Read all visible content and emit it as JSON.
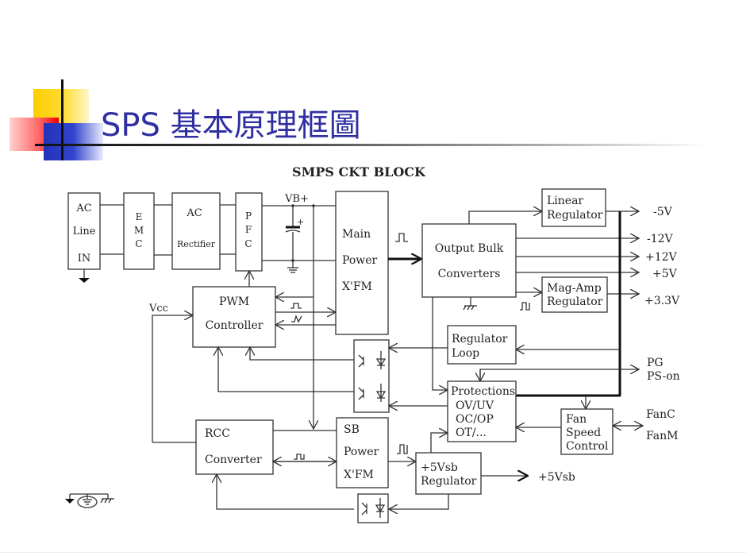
{
  "slide": {
    "title": "SPS 基本原理框圖",
    "accent_color": "#2f2fa2"
  },
  "diagram": {
    "heading": "SMPS CKT BLOCK",
    "blocks": {
      "ac_line": [
        "AC",
        "Line",
        "IN"
      ],
      "emc": [
        "E",
        "M",
        "C"
      ],
      "ac_rectifier": [
        "AC",
        "Rectifier"
      ],
      "pfc": [
        "P",
        "F",
        "C"
      ],
      "main_xfm": [
        "Main",
        "Power",
        "X'FM"
      ],
      "output_bulk": [
        "Output Bulk",
        "Converters"
      ],
      "linear_reg": [
        "Linear",
        "Regulator"
      ],
      "magamp_reg": [
        "Mag-Amp",
        "Regulator"
      ],
      "pwm": [
        "PWM",
        "Controller"
      ],
      "regulator_loop": [
        "Regulator",
        "Loop"
      ],
      "protections": [
        "Protections",
        "OV/UV",
        "OC/OP",
        "OT/..."
      ],
      "fan_speed": [
        "Fan",
        "Speed",
        "Control"
      ],
      "rcc": [
        "RCC",
        "Converter"
      ],
      "sb_xfm": [
        "SB",
        "Power",
        "X'FM"
      ],
      "vsb_reg": [
        "+5Vsb",
        "Regulator"
      ]
    },
    "labels": {
      "vb_plus": "VB+",
      "vcc": "Vcc"
    },
    "outputs": {
      "m5v": "-5V",
      "m12v": "-12V",
      "p12v": "+12V",
      "p5v": "+5V",
      "p3v3": "+3.3V",
      "pg": "PG",
      "pson": "PS-on",
      "fanc": "FanC",
      "fanm": "FanM",
      "p5vsb": "+5Vsb"
    }
  }
}
